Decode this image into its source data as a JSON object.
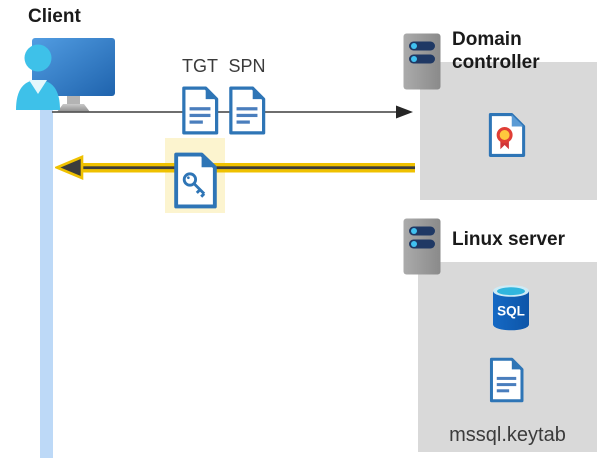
{
  "diagram": {
    "client": {
      "label": "Client"
    },
    "tickets": {
      "tgt_label": "TGT",
      "spn_label": "SPN"
    },
    "domain_controller": {
      "label": "Domain controller"
    },
    "linux_server": {
      "label": "Linux server"
    },
    "sql": {
      "label": "SQL"
    },
    "keytab": {
      "label": "mssql.keytab"
    }
  },
  "icons": [
    "client-monitor-icon",
    "person-icon",
    "tgt-ticket-document-icon",
    "spn-ticket-document-icon",
    "key-document-icon",
    "server-icon",
    "certificate-icon",
    "sql-database-icon",
    "keytab-file-icon",
    "request-arrow-icon",
    "response-arrow-icon"
  ],
  "colors": {
    "doc_border_blue": "#2E75B6",
    "doc_line_blue": "#4A7EBD",
    "client_cyan": "#3EC1E9",
    "monitor_blue": "#2163AC",
    "timeline_blue": "#BDD9F7",
    "box_gray": "#D9D9D9",
    "server_gray": "#9A9A9A",
    "server_slot_navy": "#1F3864",
    "server_dot_cyan": "#41C1F0",
    "highlight_yellow": "#FCF4CF",
    "arrow_yellow": "#EFC100",
    "arrow_dark_gray": "#3C3C3C",
    "request_arrow_gray": "#595959",
    "sql_body_blue": "#1262BA",
    "sql_top_cyan": "#30B6DE",
    "cert_ribbon_red": "#D13438",
    "cert_seal_yellow": "#FFC83D"
  }
}
